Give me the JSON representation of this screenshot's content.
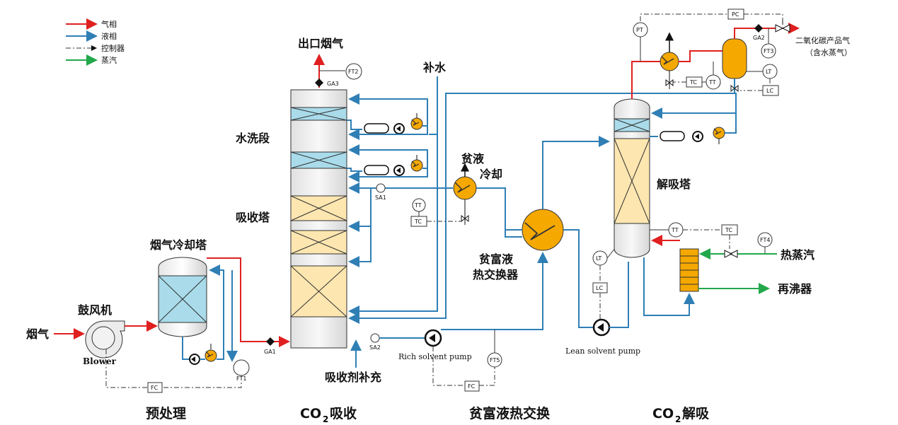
{
  "legend": [
    {
      "label": "气相",
      "color": "#e02020"
    },
    {
      "label": "液相",
      "color": "#2f7fb5"
    },
    {
      "label": "控制器",
      "color": "#111111"
    },
    {
      "label": "蒸汽",
      "color": "#22a84a"
    }
  ],
  "labels": {
    "outlet_gas": "出口烟气",
    "makeup_water": "补水",
    "wash_section": "水洗段",
    "absorber": "吸收塔",
    "cooler_tower": "烟气冷却塔",
    "blower_cn": "鼓风机",
    "flue_gas": "烟气",
    "blower_en": "Blower",
    "absorbent_makeup": "吸收剂补充",
    "lean_cool_1": "贫液",
    "lean_cool_2": "冷却",
    "exch_1": "贫富液",
    "exch_2": "热交换器",
    "rich_pump": "Rich solvent pump",
    "lean_pump": "Lean solvent pump",
    "stripper": "解吸塔",
    "steam": "热蒸汽",
    "reboiler": "再沸器",
    "co2_product_1": "二氧化碳产品气",
    "co2_product_2": "（含水蒸气）"
  },
  "instruments": {
    "ft2": "FT2",
    "ga3": "GA3",
    "ga1": "GA1",
    "ft1": "FT1",
    "fc1": "FC",
    "sa1": "SA1",
    "sa2": "SA2",
    "tt1": "TT",
    "tc1": "TC",
    "ft5": "FT5",
    "fc2": "FC",
    "pc": "PC",
    "pt": "PT",
    "ga2": "GA2",
    "ft3": "FT3",
    "tc_top": "TC",
    "tt_top": "TT",
    "lt_top": "LT",
    "lc_top": "LC",
    "tt_strip": "TT",
    "tc_strip": "TC",
    "ft4": "FT4",
    "lt_bot": "LT",
    "lc_bot": "LC"
  },
  "sections": {
    "pretreat": "预处理",
    "absorb_prefix": "CO",
    "absorb_sub": "2",
    "absorb_suffix": "吸收",
    "exchange": "贫富液热交换",
    "desorb_prefix": "CO",
    "desorb_sub": "2",
    "desorb_suffix": "解吸"
  }
}
